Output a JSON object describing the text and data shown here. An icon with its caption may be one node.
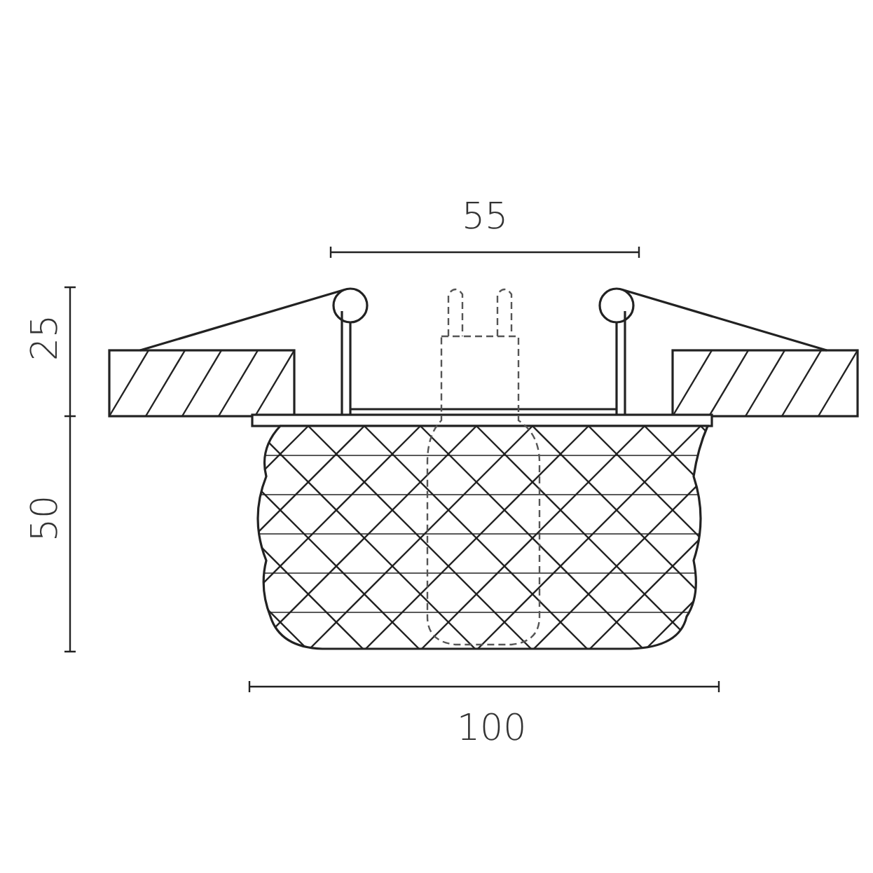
{
  "diagram": {
    "labels": [
      "55",
      "25",
      "50",
      "100"
    ]
  }
}
